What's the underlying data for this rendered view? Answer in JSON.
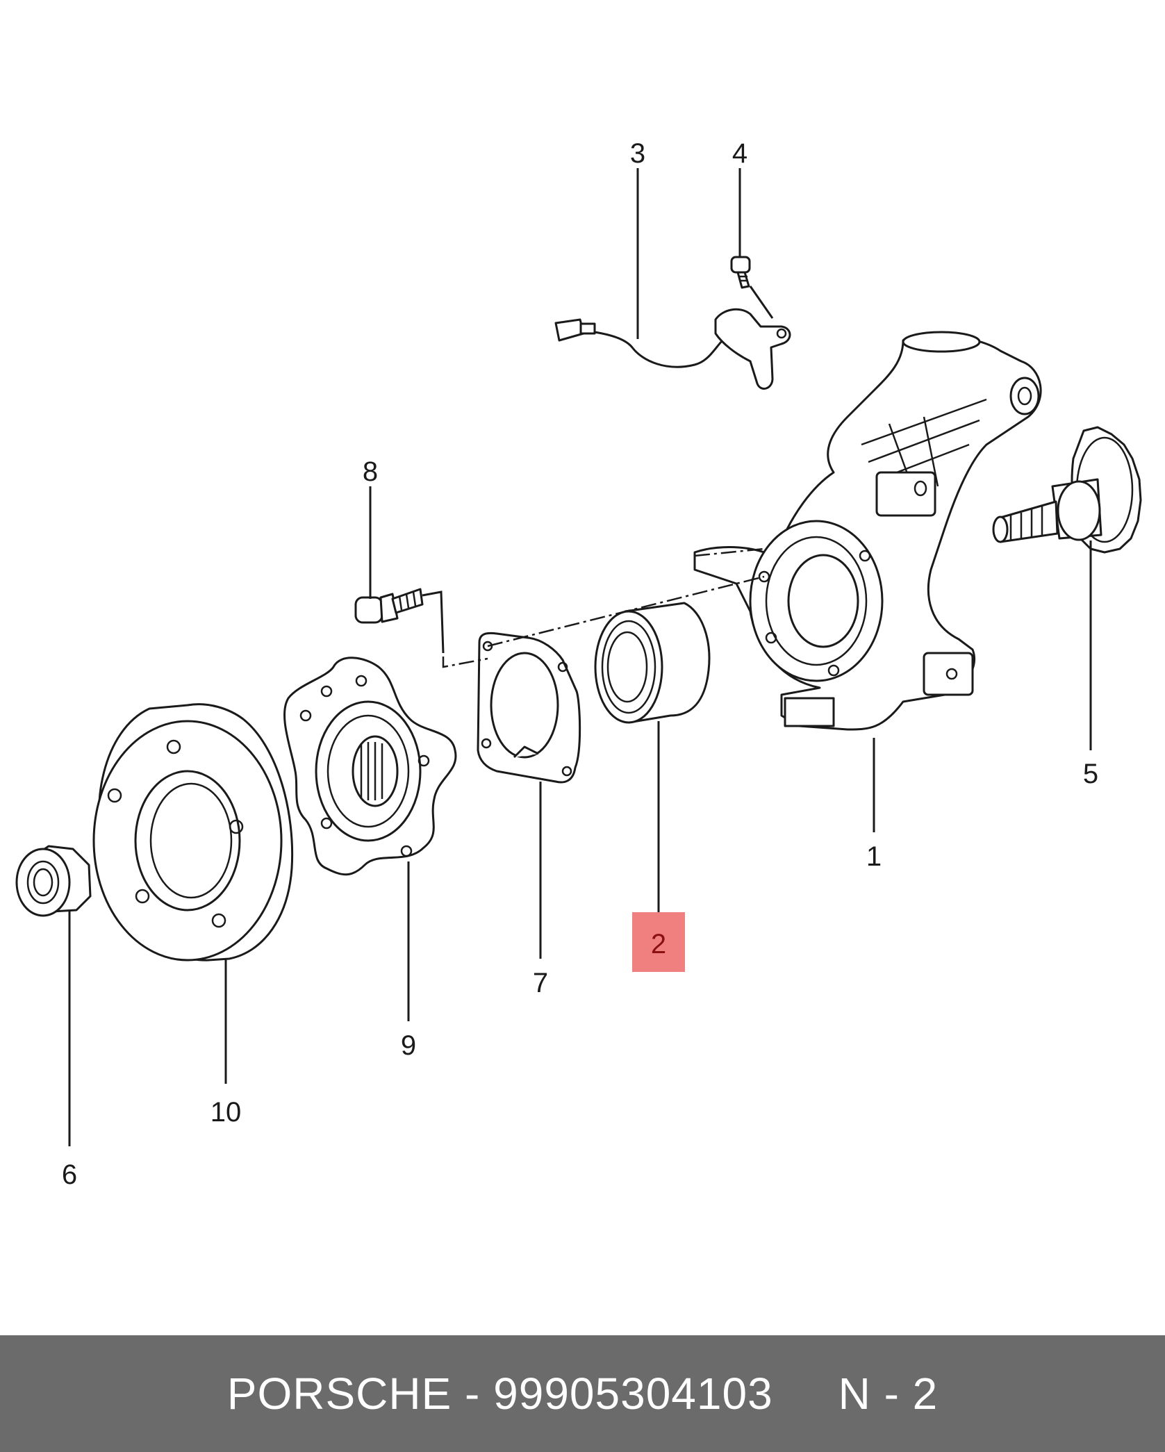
{
  "diagram": {
    "callouts": [
      {
        "id": "1",
        "label": "1"
      },
      {
        "id": "2",
        "label": "2",
        "highlighted": true
      },
      {
        "id": "3",
        "label": "3"
      },
      {
        "id": "4",
        "label": "4"
      },
      {
        "id": "5",
        "label": "5"
      },
      {
        "id": "6",
        "label": "6"
      },
      {
        "id": "7",
        "label": "7"
      },
      {
        "id": "8",
        "label": "8"
      },
      {
        "id": "9",
        "label": "9"
      },
      {
        "id": "10",
        "label": "10"
      }
    ],
    "highlight_color": "#f08080"
  },
  "footer": {
    "text": "PORSCHE - 99905304103     N - 2",
    "background": "#6b6b6b",
    "color": "#ffffff"
  }
}
